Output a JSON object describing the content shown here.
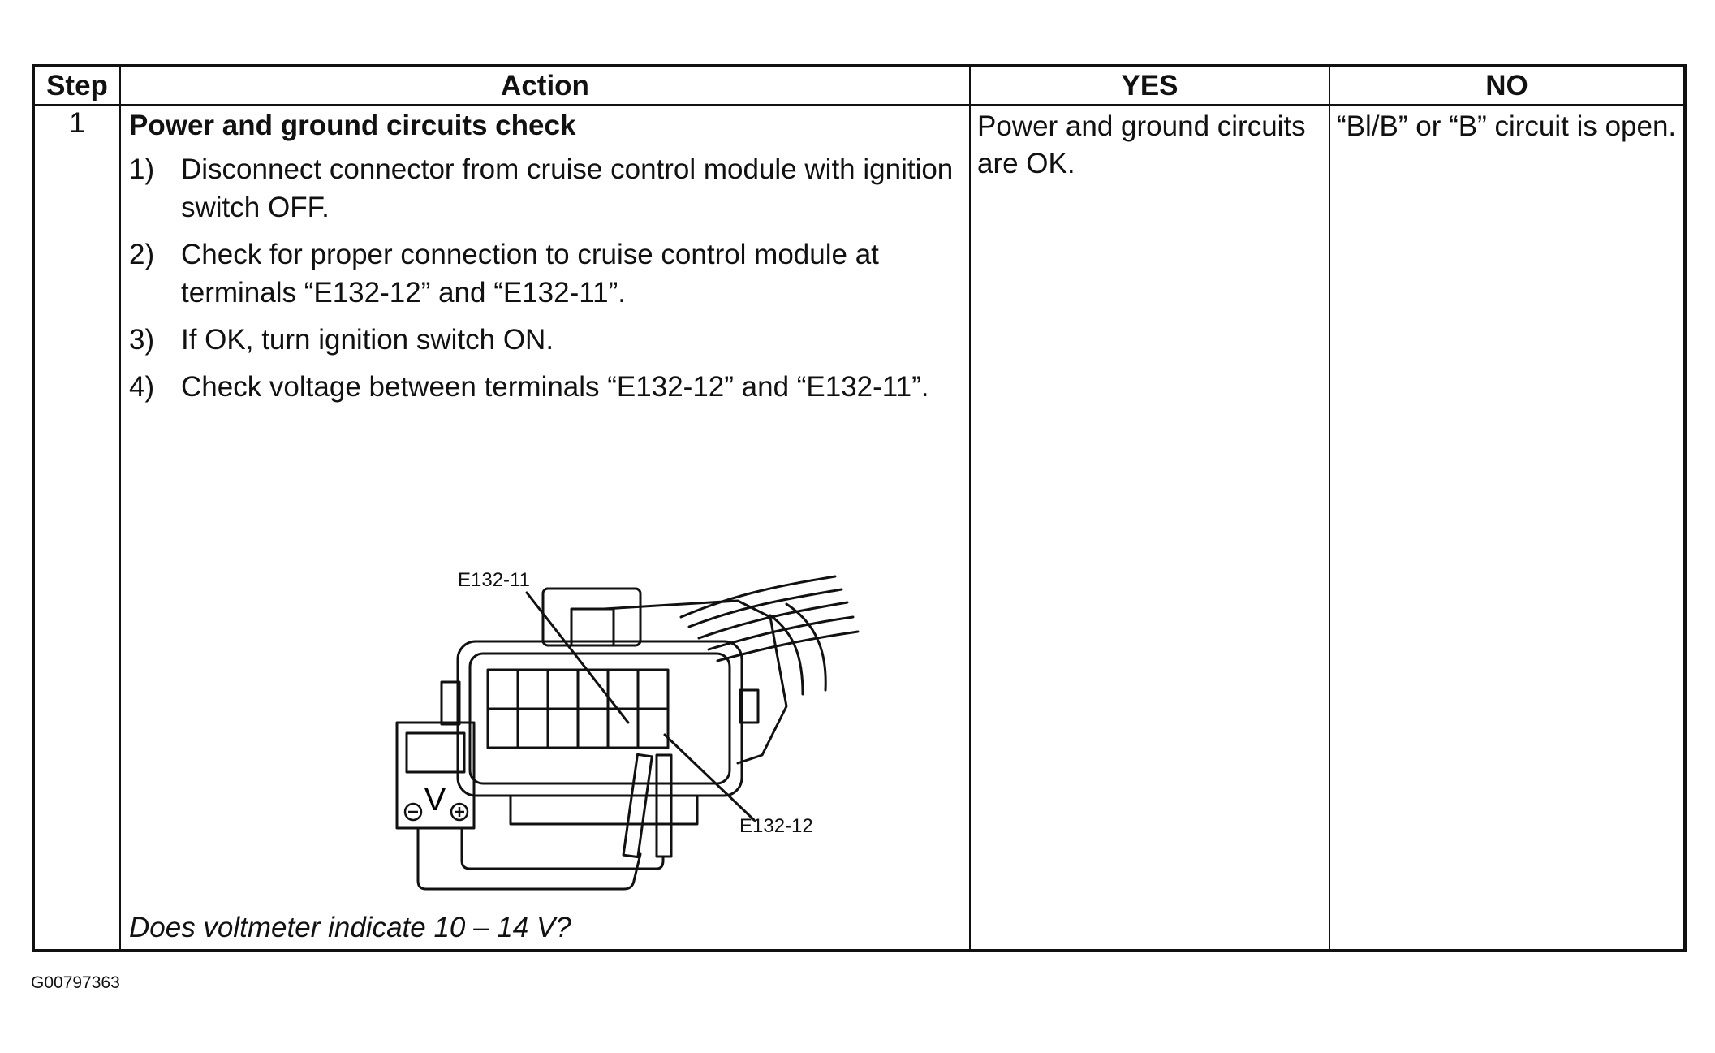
{
  "table": {
    "headers": {
      "step": "Step",
      "action": "Action",
      "yes": "YES",
      "no": "NO"
    },
    "row": {
      "step": "1",
      "action_title": "Power and ground circuits check",
      "steps": [
        {
          "num": "1)",
          "text": "Disconnect connector from cruise control module with ignition switch OFF."
        },
        {
          "num": "2)",
          "text": "Check for proper connection to cruise control module at terminals “E132-12” and “E132-11”."
        },
        {
          "num": "3)",
          "text": "If OK, turn ignition switch ON."
        },
        {
          "num": "4)",
          "text": "Check voltage between terminals “E132-12” and “E132-11”."
        }
      ],
      "question": "Does voltmeter indicate 10 – 14 V?",
      "yes": "Power and ground circuits are OK.",
      "no": "“Bl/B” or “B” circuit is open."
    }
  },
  "figure": {
    "label_left": "E132-11",
    "label_right": "E132-12",
    "meter_unit": "V",
    "meter_neg": "−",
    "meter_pos": "+"
  },
  "figure_code": "G00797363"
}
